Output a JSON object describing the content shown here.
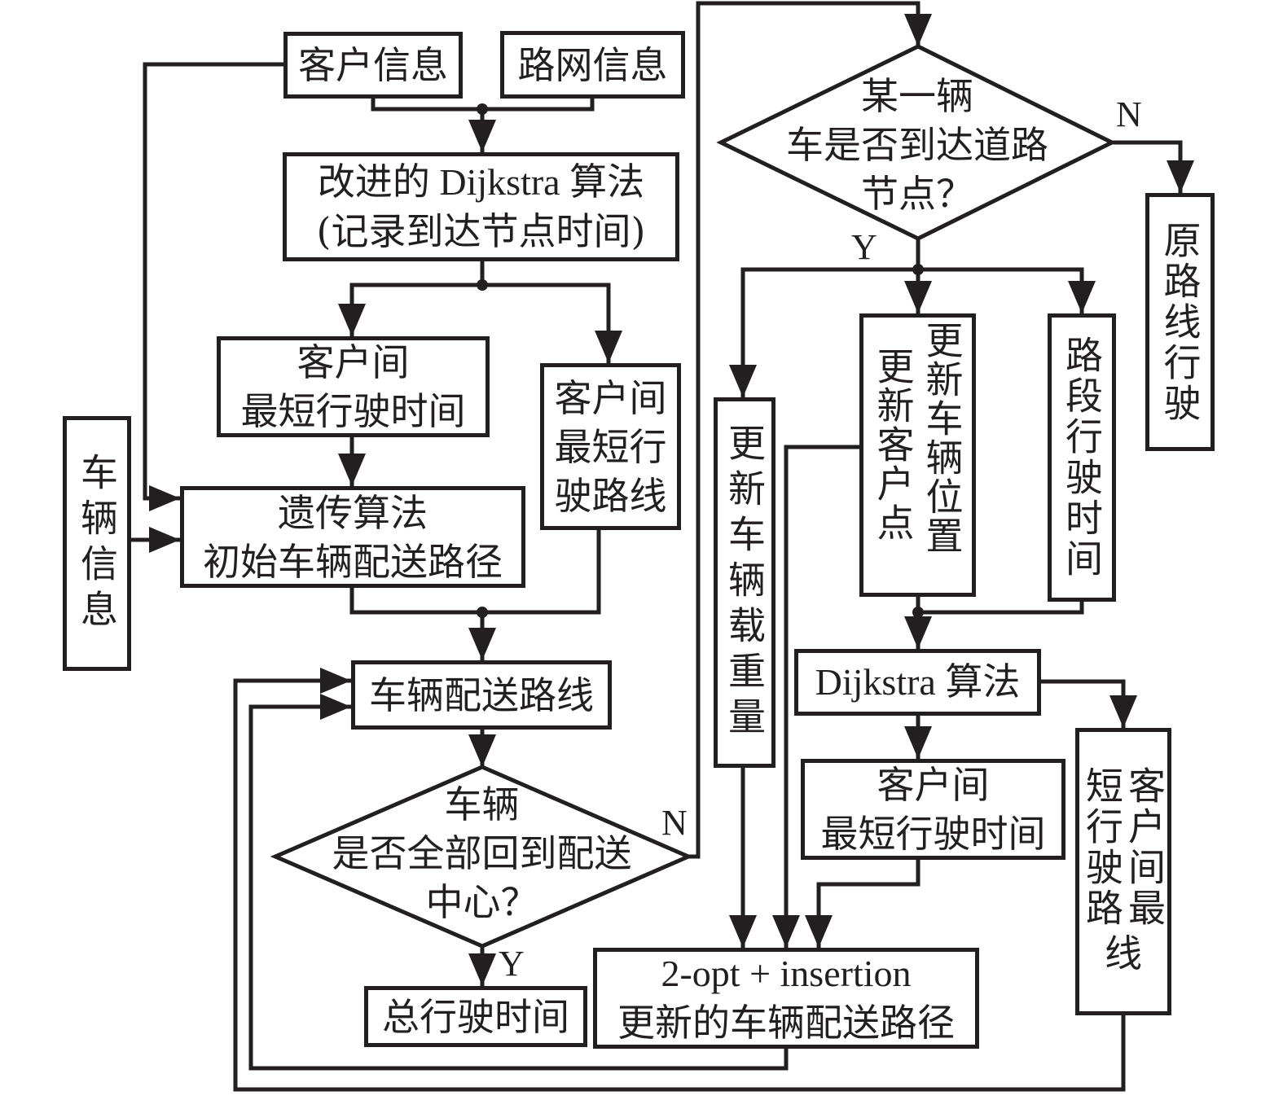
{
  "diagram": {
    "type": "flowchart",
    "nodes": {
      "customer_info": "客户信息",
      "road_info": "路网信息",
      "improved_dijkstra": [
        "改进的 Dijkstra 算法",
        "(记录到达节点时间)"
      ],
      "shortest_time_1": [
        "客户间",
        "最短行驶时间"
      ],
      "shortest_route_1": [
        "客户间",
        "最短行",
        "驶路线"
      ],
      "vehicle_info": "车辆信息",
      "genetic_algorithm": [
        "遗传算法",
        "初始车辆配送路径"
      ],
      "delivery_route": "车辆配送路线",
      "decision_all_returned": [
        "车辆",
        "是否全部回到配送",
        "中心？"
      ],
      "total_time": "总行驶时间",
      "decision_reach_node": [
        "某一辆",
        "车是否到达道路",
        "节点？"
      ],
      "original_route": "原路线行驶",
      "update_load": "更新车辆载重量",
      "update_position_col1": "更新车辆位置",
      "update_position_col2": "更新客户点",
      "segment_time": "路段行驶时间",
      "dijkstra": "Dijkstra 算法",
      "shortest_time_2": [
        "客户间",
        "最短行驶时间"
      ],
      "shortest_route_2_col1": "客户间最",
      "shortest_route_2_col2": "短行驶路",
      "shortest_route_2_tail": "线",
      "two_opt": [
        "2-opt + insertion",
        "更新的车辆配送路径"
      ]
    },
    "branch_labels": {
      "all_returned_no": "N",
      "all_returned_yes": "Y",
      "reach_node_no": "N",
      "reach_node_yes": "Y"
    }
  }
}
